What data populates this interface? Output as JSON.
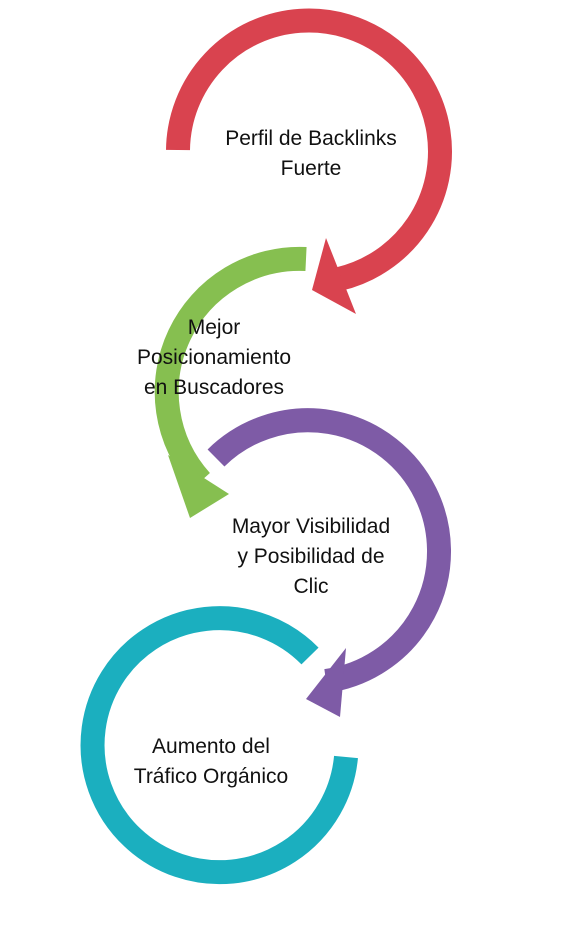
{
  "diagram": {
    "steps": [
      {
        "lines": [
          "Perfil de Backlinks",
          "Fuerte"
        ],
        "color": "#D9434F"
      },
      {
        "lines": [
          "Mejor",
          "Posicionamiento",
          "en Buscadores"
        ],
        "color": "#86BF50"
      },
      {
        "lines": [
          "Mayor Visibilidad",
          "y Posibilidad de",
          "Clic"
        ],
        "color": "#7E5BA6"
      },
      {
        "lines": [
          "Aumento del",
          "Tráfico Orgánico"
        ],
        "color": "#1BAFBF"
      }
    ]
  }
}
